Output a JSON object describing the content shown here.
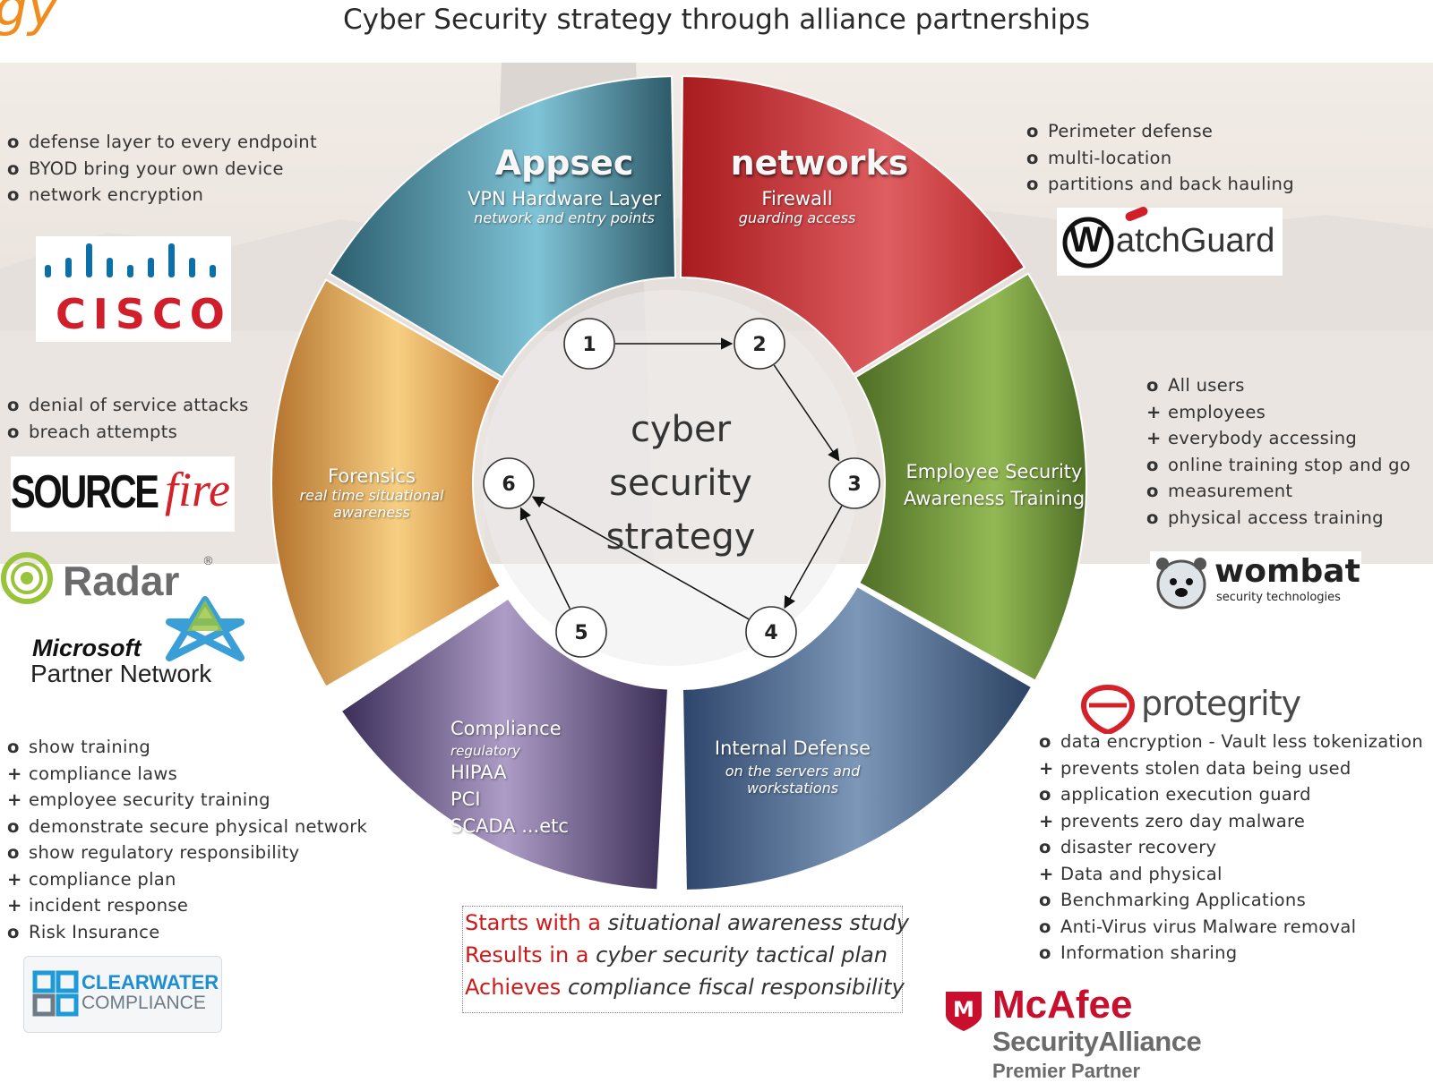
{
  "title": "Cyber Security strategy through alliance partnerships",
  "corner_logo_fragment": "gy",
  "colors": {
    "appsec": "#4d98ad",
    "networks": "#cf3a3d",
    "training": "#6f9a3a",
    "internal": "#5c7597",
    "compliance": "#7a6296",
    "forensics": "#e6a94b",
    "accent_red": "#cc1a1a",
    "logo_orange": "#f08c1e"
  },
  "ring": {
    "center_text": [
      "cyber",
      "security",
      "strategy"
    ],
    "steps": [
      "1",
      "2",
      "3",
      "4",
      "5",
      "6"
    ],
    "segments": {
      "appsec": {
        "title": "Appsec",
        "line1": "VPN Hardware Layer",
        "line2": "network and entry points"
      },
      "networks": {
        "title": "networks",
        "line1": "Firewall",
        "line2": "guarding access"
      },
      "training": {
        "line1": "Employee Security",
        "line2": "Awareness Training"
      },
      "internal": {
        "line1": "Internal Defense",
        "line2": "on the servers and",
        "line3": "workstations"
      },
      "compliance": {
        "line1": "Compliance",
        "line2": "regulatory",
        "items": [
          "HIPAA",
          "PCI",
          "SCADA ...etc"
        ]
      },
      "forensics": {
        "line1": "Forensics",
        "line2": "real time situational",
        "line3": "awareness"
      }
    }
  },
  "lists": {
    "top_left": [
      {
        "m": "o",
        "t": "defense layer to every endpoint"
      },
      {
        "m": "o",
        "t": "BYOD bring your own device"
      },
      {
        "m": "o",
        "t": "network encryption"
      }
    ],
    "mid_left": [
      {
        "m": "o",
        "t": "denial of service attacks"
      },
      {
        "m": "o",
        "t": "breach attempts"
      }
    ],
    "bottom_left": [
      {
        "m": "o",
        "t": "show training"
      },
      {
        "m": "+",
        "t": "compliance laws"
      },
      {
        "m": "+",
        "t": "employee security training"
      },
      {
        "m": "o",
        "t": "demonstrate secure physical network"
      },
      {
        "m": "o",
        "t": "show regulatory responsibility"
      },
      {
        "m": "+",
        "t": "compliance plan"
      },
      {
        "m": "+",
        "t": "incident response"
      },
      {
        "m": "o",
        "t": "Risk Insurance"
      }
    ],
    "top_right": [
      {
        "m": "o",
        "t": "Perimeter defense"
      },
      {
        "m": "o",
        "t": "multi-location"
      },
      {
        "m": "o",
        "t": "partitions and back hauling"
      }
    ],
    "mid_right": [
      {
        "m": "o",
        "t": "All users"
      },
      {
        "m": "+",
        "t": "employees"
      },
      {
        "m": "+",
        "t": "everybody accessing"
      },
      {
        "m": "o",
        "t": "online training stop and go"
      },
      {
        "m": "o",
        "t": "measurement"
      },
      {
        "m": "o",
        "t": "physical access training"
      }
    ],
    "bottom_right": [
      {
        "m": "o",
        "t": "data encryption - Vault less tokenization"
      },
      {
        "m": "+",
        "t": "prevents stolen data being used"
      },
      {
        "m": "o",
        "t": "application execution guard"
      },
      {
        "m": "+",
        "t": "prevents zero day malware"
      },
      {
        "m": "o",
        "t": "disaster recovery"
      },
      {
        "m": "+",
        "t": "Data and physical"
      },
      {
        "m": "o",
        "t": "Benchmarking Applications"
      },
      {
        "m": "o",
        "t": "Anti-Virus virus Malware removal"
      },
      {
        "m": "o",
        "t": "Information sharing"
      }
    ]
  },
  "summary": [
    {
      "red": "Starts with a ",
      "italic": "situational awareness study"
    },
    {
      "red": "Results in a ",
      "italic": "cyber security tactical plan"
    },
    {
      "red": "Achieves ",
      "italic": "compliance fiscal responsibility"
    }
  ],
  "logos": {
    "cisco": "CISCO",
    "sourcefire_a": "SOURCE",
    "sourcefire_b": "fire",
    "qradar": "Radar",
    "ms_line1": "Microsoft",
    "ms_line2": "Partner Network",
    "clearwater_1": "CLEARWATER",
    "clearwater_2": "COMPLIANCE",
    "watchguard_w": "W",
    "watchguard_rest": "atchGuard",
    "wombat": "wombat",
    "wombat_sub": "security technologies",
    "protegrity": "protegrity",
    "mcafee": "McAfee",
    "mcafee_2": "SecurityAlliance",
    "mcafee_3": "Premier Partner"
  }
}
